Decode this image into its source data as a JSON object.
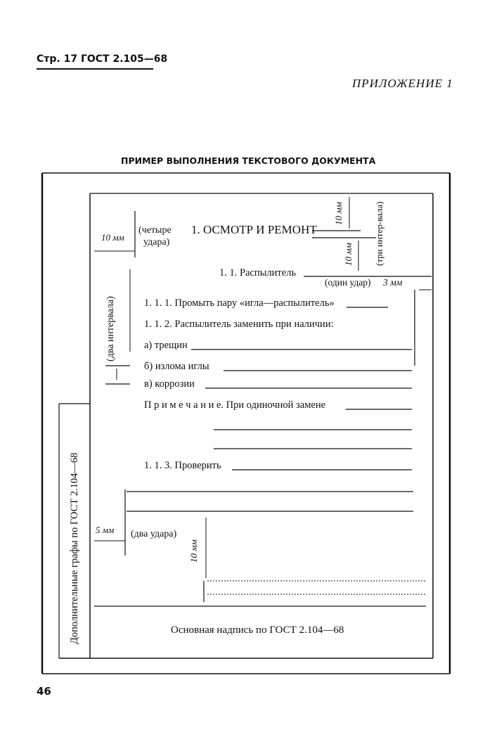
{
  "header": {
    "page_ref": "Стр. 17 ГОСТ 2.105—68",
    "appendix": "ПРИЛОЖЕНИЕ 1",
    "title": "ПРИМЕР ВЫПОЛНЕНИЯ ТЕКСТОВОГО ДОКУМЕНТА"
  },
  "sample": {
    "heading": "1. ОСМОТР И РЕМОНТ",
    "subheading": "1. 1.  Распылитель",
    "item1": "1. 1. 1.  Промыть пару «игла—распылитель»",
    "item2": "1. 1. 2.  Распылитель заменить при наличии:",
    "sub_a": "а) трещин",
    "sub_b": "б) излома иглы",
    "sub_c": "в) коррозии",
    "note": "П р и м е ч а н и е.  При одиночной замене",
    "item3": "1. 1. 3.  Проверить"
  },
  "annotations": {
    "dim_10mm_left": "10 мм",
    "four_strikes_1": "(четыре",
    "four_strikes_2": "удара)",
    "dim_10mm_top": "10 мм",
    "dim_10mm_mid": "10 мм",
    "three_intervals": "(три интер-вала)",
    "one_strike": "(один удар)",
    "dim_3mm": "3 мм",
    "two_intervals": "(два интервала)",
    "dim_5mm": "5 мм",
    "two_strikes": "(два удара)",
    "dim_10mm_bottom": "10 мм"
  },
  "footer": {
    "side_graphs": "Дополнительные графы по ГОСТ 2.104—68",
    "title_block": "Основная надпись по ГОСТ 2.104—68",
    "page_number": "46"
  }
}
